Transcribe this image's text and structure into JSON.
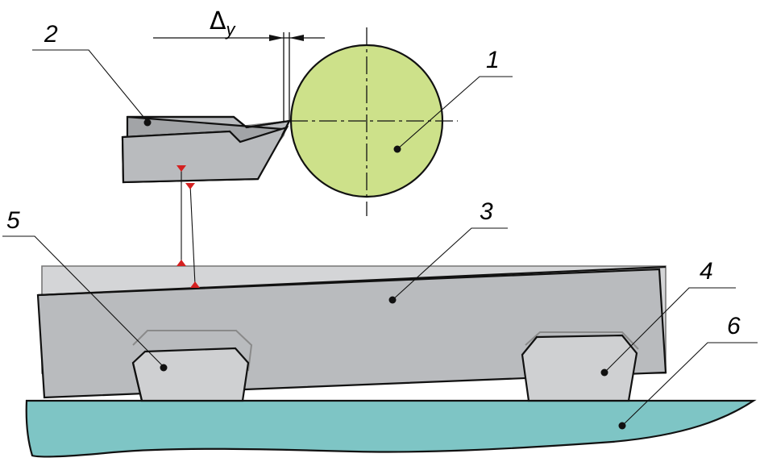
{
  "labels": {
    "part1": "1",
    "part2": "2",
    "part3": "3",
    "part4": "4",
    "part5": "5",
    "part6": "6"
  },
  "dimension": {
    "symbol": "Δ",
    "subscript": "y"
  },
  "colors": {
    "workpiece": "#cde18a",
    "tool_and_bed": "#b9bbbe",
    "tool_displaced": "#a2a4a7",
    "bed_light": "#d4d5d7",
    "support": "#cfd0d2",
    "base": "#7ec5c5",
    "marker": "#d42020",
    "outline": "#111111"
  }
}
